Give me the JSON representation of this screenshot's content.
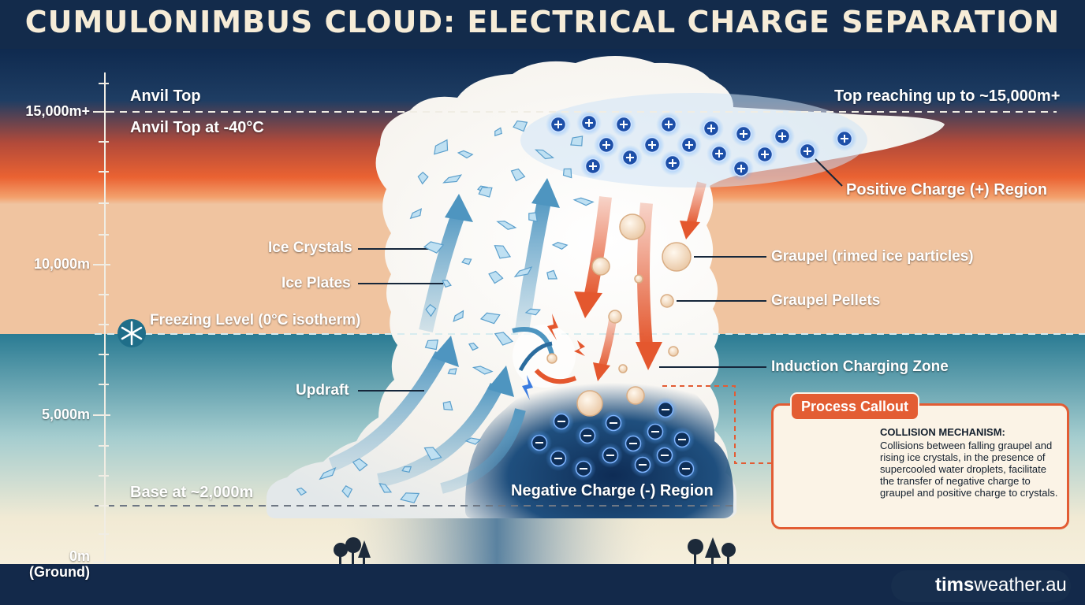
{
  "title": "CUMULONIMBUS CLOUD: ELECTRICAL CHARGE SEPARATION",
  "axis": {
    "ticks": [
      {
        "value": 15000,
        "label": "15,000m+"
      },
      {
        "value": 10000,
        "label": "10,000m"
      },
      {
        "value": 5000,
        "label": "5,000m"
      },
      {
        "value": 0,
        "label": "0m"
      }
    ],
    "ground_label": "(Ground)"
  },
  "levels": {
    "anvil_top": "Anvil Top",
    "anvil_top_temp": "Anvil Top at -40°C",
    "top_reach": "Top reaching up to ~15,000m+",
    "freezing": "Freezing Level (0°C isotherm)",
    "base": "Base at ~2,000m"
  },
  "labels": {
    "ice_crystals": "Ice Crystals",
    "ice_plates": "Ice Plates",
    "updraft": "Updraft",
    "positive_region": "Positive Charge (+) Region",
    "graupel": "Graupel (rimed ice particles)",
    "graupel_pellets": "Graupel Pellets",
    "induction_zone": "Induction Charging Zone",
    "negative_region": "Negative Charge (-) Region"
  },
  "callout": {
    "tab": "Process Callout",
    "heading": "COLLISION MECHANISM:",
    "text": "Collisions between falling graupel and rising ice crystals, in the presence of supercooled water droplets, facilitate the transfer of negative charge to graupel and positive charge to crystals."
  },
  "brand": {
    "bold": "tims",
    "rest": "weather.au"
  },
  "colors": {
    "positive": "#1d4fa8",
    "negative": "#0e2f58",
    "downdraft": "#e4572e",
    "updraft": "#5fa3c9",
    "graupel": "#f4dcc0"
  }
}
